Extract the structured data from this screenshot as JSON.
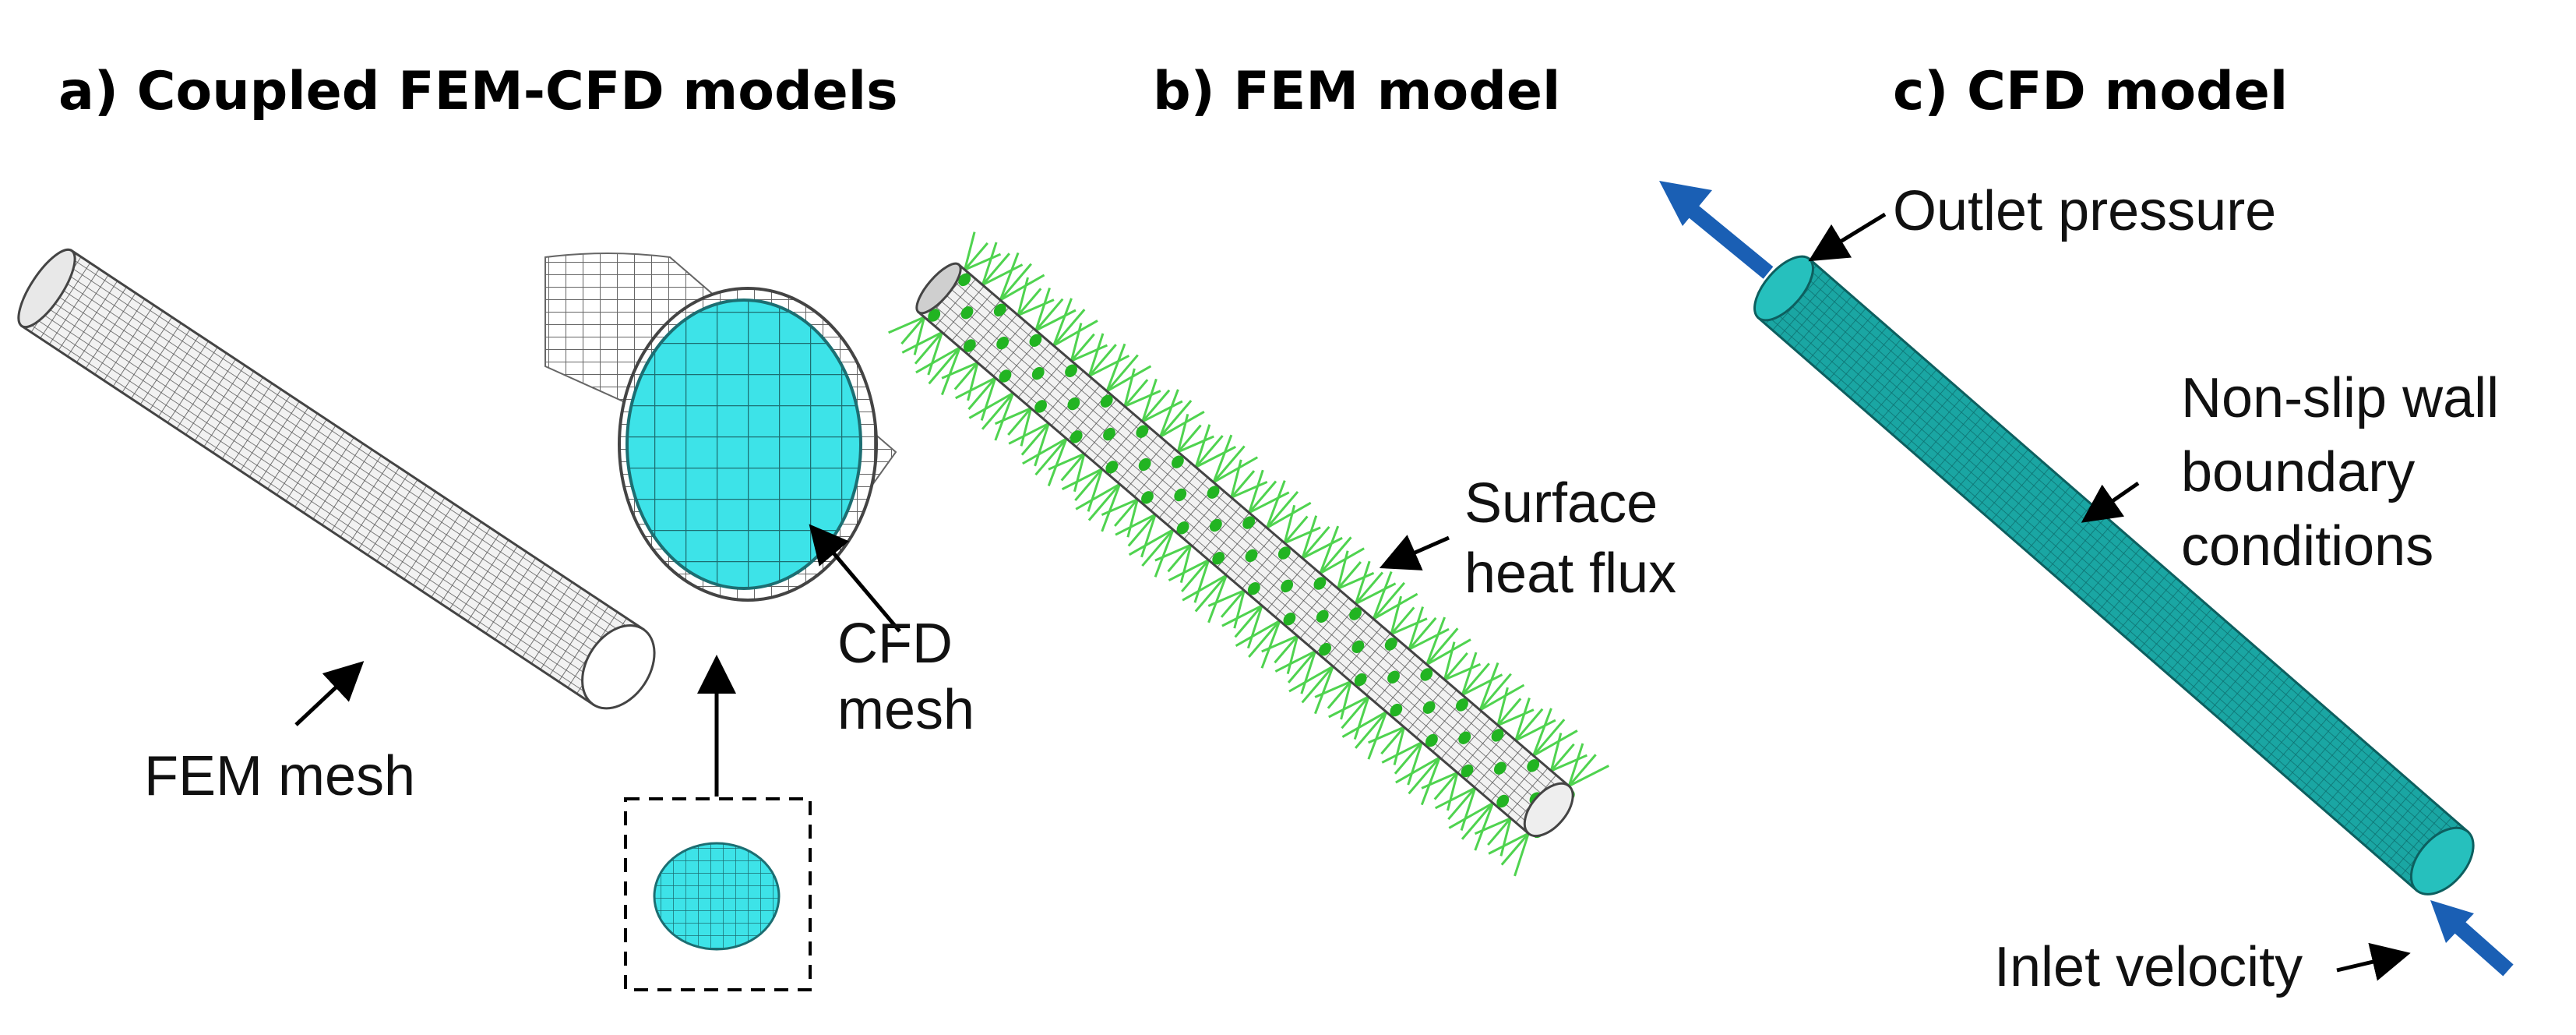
{
  "panels": {
    "a": {
      "title": "a) Coupled FEM-CFD models",
      "fem_mesh_label": "FEM mesh",
      "cfd_mesh_label_line1": "CFD",
      "cfd_mesh_label_line2": "mesh"
    },
    "b": {
      "title": "b) FEM model",
      "flux_label_line1": "Surface",
      "flux_label_line2": "heat flux"
    },
    "c": {
      "title": "c) CFD model",
      "outlet_label": "Outlet pressure",
      "wall_label_line1": "Non-slip wall",
      "wall_label_line2": "boundary",
      "wall_label_line3": "conditions",
      "inlet_label": "Inlet velocity"
    }
  },
  "colors": {
    "fluid": "#3de3e8",
    "cfd_tube": "#1aa6a3",
    "flux_arrows": "#2fc62f",
    "flow_arrow": "#1a5fb4",
    "mesh_lines": "#555555"
  }
}
